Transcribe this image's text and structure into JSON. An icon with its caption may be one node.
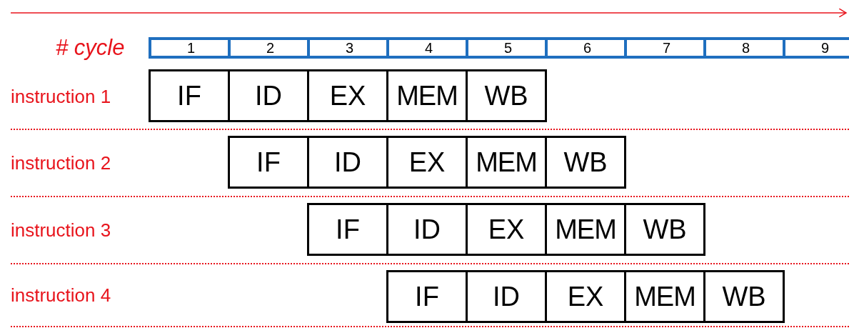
{
  "diagram": {
    "nodes": [
      {
        "text": [
          "1"
        ]
      },
      {
        "text": [
          "2"
        ]
      },
      {
        "text": [
          "3"
        ]
      },
      {
        "text": [
          "4"
        ]
      },
      {
        "text": [
          "5"
        ]
      },
      {
        "text": [
          "6"
        ]
      },
      {
        "text": [
          "7"
        ]
      },
      {
        "text": [
          "8"
        ]
      },
      {
        "text": [
          "9"
        ]
      },
      {
        "text": [
          "IF"
        ]
      },
      {
        "text": [
          "ID"
        ]
      },
      {
        "text": [
          "EX"
        ]
      },
      {
        "text": [
          "MEM"
        ]
      },
      {
        "text": [
          "WB"
        ]
      },
      {
        "text": [
          "IF"
        ]
      },
      {
        "text": [
          "ID"
        ]
      },
      {
        "text": [
          "EX"
        ]
      },
      {
        "text": [
          "MEM"
        ]
      },
      {
        "text": [
          "WB"
        ]
      },
      {
        "text": [
          "IF"
        ]
      },
      {
        "text": [
          "ID"
        ]
      },
      {
        "text": [
          "EX"
        ]
      },
      {
        "text": [
          "MEM"
        ]
      },
      {
        "text": [
          "WB"
        ]
      },
      {
        "text": [
          "IF"
        ]
      },
      {
        "text": [
          "ID"
        ]
      },
      {
        "text": [
          "EX"
        ]
      },
      {
        "text": [
          "MEM"
        ]
      },
      {
        "text": [
          "WB"
        ]
      }
    ],
    "edges": [],
    "labels": [
      "# cycle",
      "instruction 1",
      "instruction 2",
      "instruction 3",
      "instruction 4"
    ]
  }
}
